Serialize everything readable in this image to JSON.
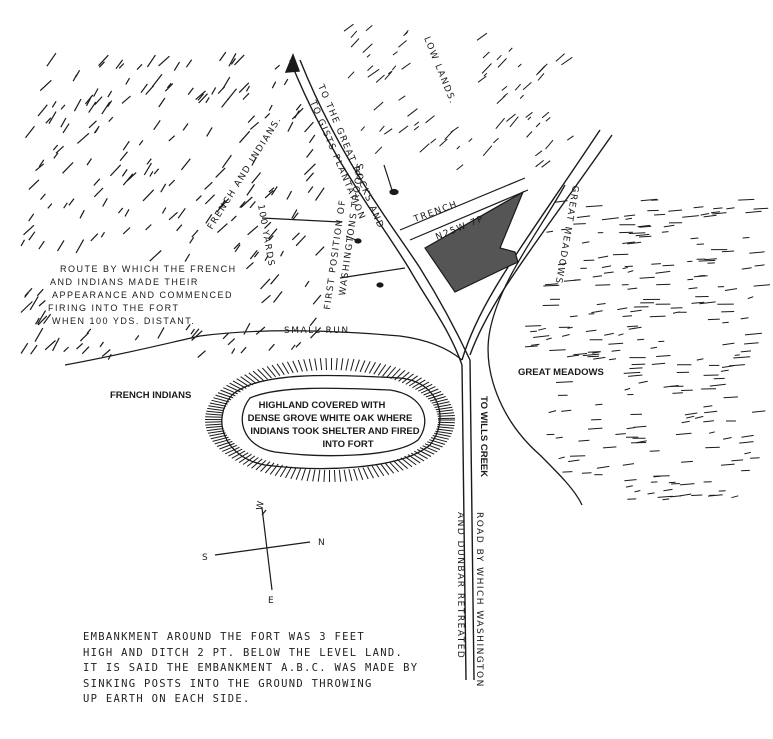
{
  "labels": {
    "low_lands": "LOW LANDS.",
    "great_rocks": "TO THE GREAT ROCKS AND",
    "gists_plantation": "TO GISTS PLANTATION",
    "french_and_indians": "FRENCH AND INDIANS.",
    "yards_100": "100 YARDS",
    "first_position_1": "FIRST POSITION OF",
    "first_position_2": "WASHINGTONS TROOPS",
    "trench": "TRENCH",
    "bearing": "N25W  7P",
    "great_meadows_vertical": "GREAT MEADOWS",
    "great_meadows": "GREAT MEADOWS",
    "small_run": "SMALL RUN",
    "french_indians": "FRENCH INDIANS",
    "to_wills_creek": "TO WILLS CREEK",
    "road_1": "ROAD BY WHICH WASHINGTON",
    "road_2": "AND DUNBAR RETREATED",
    "route_lines": [
      "ROUTE BY WHICH THE FRENCH",
      "AND INDIANS MADE THEIR",
      "APPEARANCE AND COMMENCED",
      "FIRING INTO THE FORT",
      "WHEN 100 YDS. DISTANT."
    ],
    "highland_lines": [
      "HIGHLAND COVERED WITH",
      "DENSE GROVE WHITE OAK WHERE",
      "INDIANS TOOK SHELTER AND FIRED",
      "INTO FORT"
    ]
  },
  "compass": {
    "n": "N",
    "s": "S",
    "e": "E",
    "w": "W"
  },
  "caption_lines": [
    "EMBANKMENT  AROUND THE FORT WAS 3 FEET",
    "HIGH AND DITCH 2 PT. BELOW THE LEVEL LAND.",
    "IT IS SAID THE EMBANKMENT A.B.C. WAS MADE BY",
    "SINKING  POSTS INTO THE GROUND THROWING",
    "UP EARTH ON EACH SIDE."
  ],
  "colors": {
    "ink": "#1a1a1a",
    "fort_fill": "#555555",
    "paper": "#ffffff"
  }
}
